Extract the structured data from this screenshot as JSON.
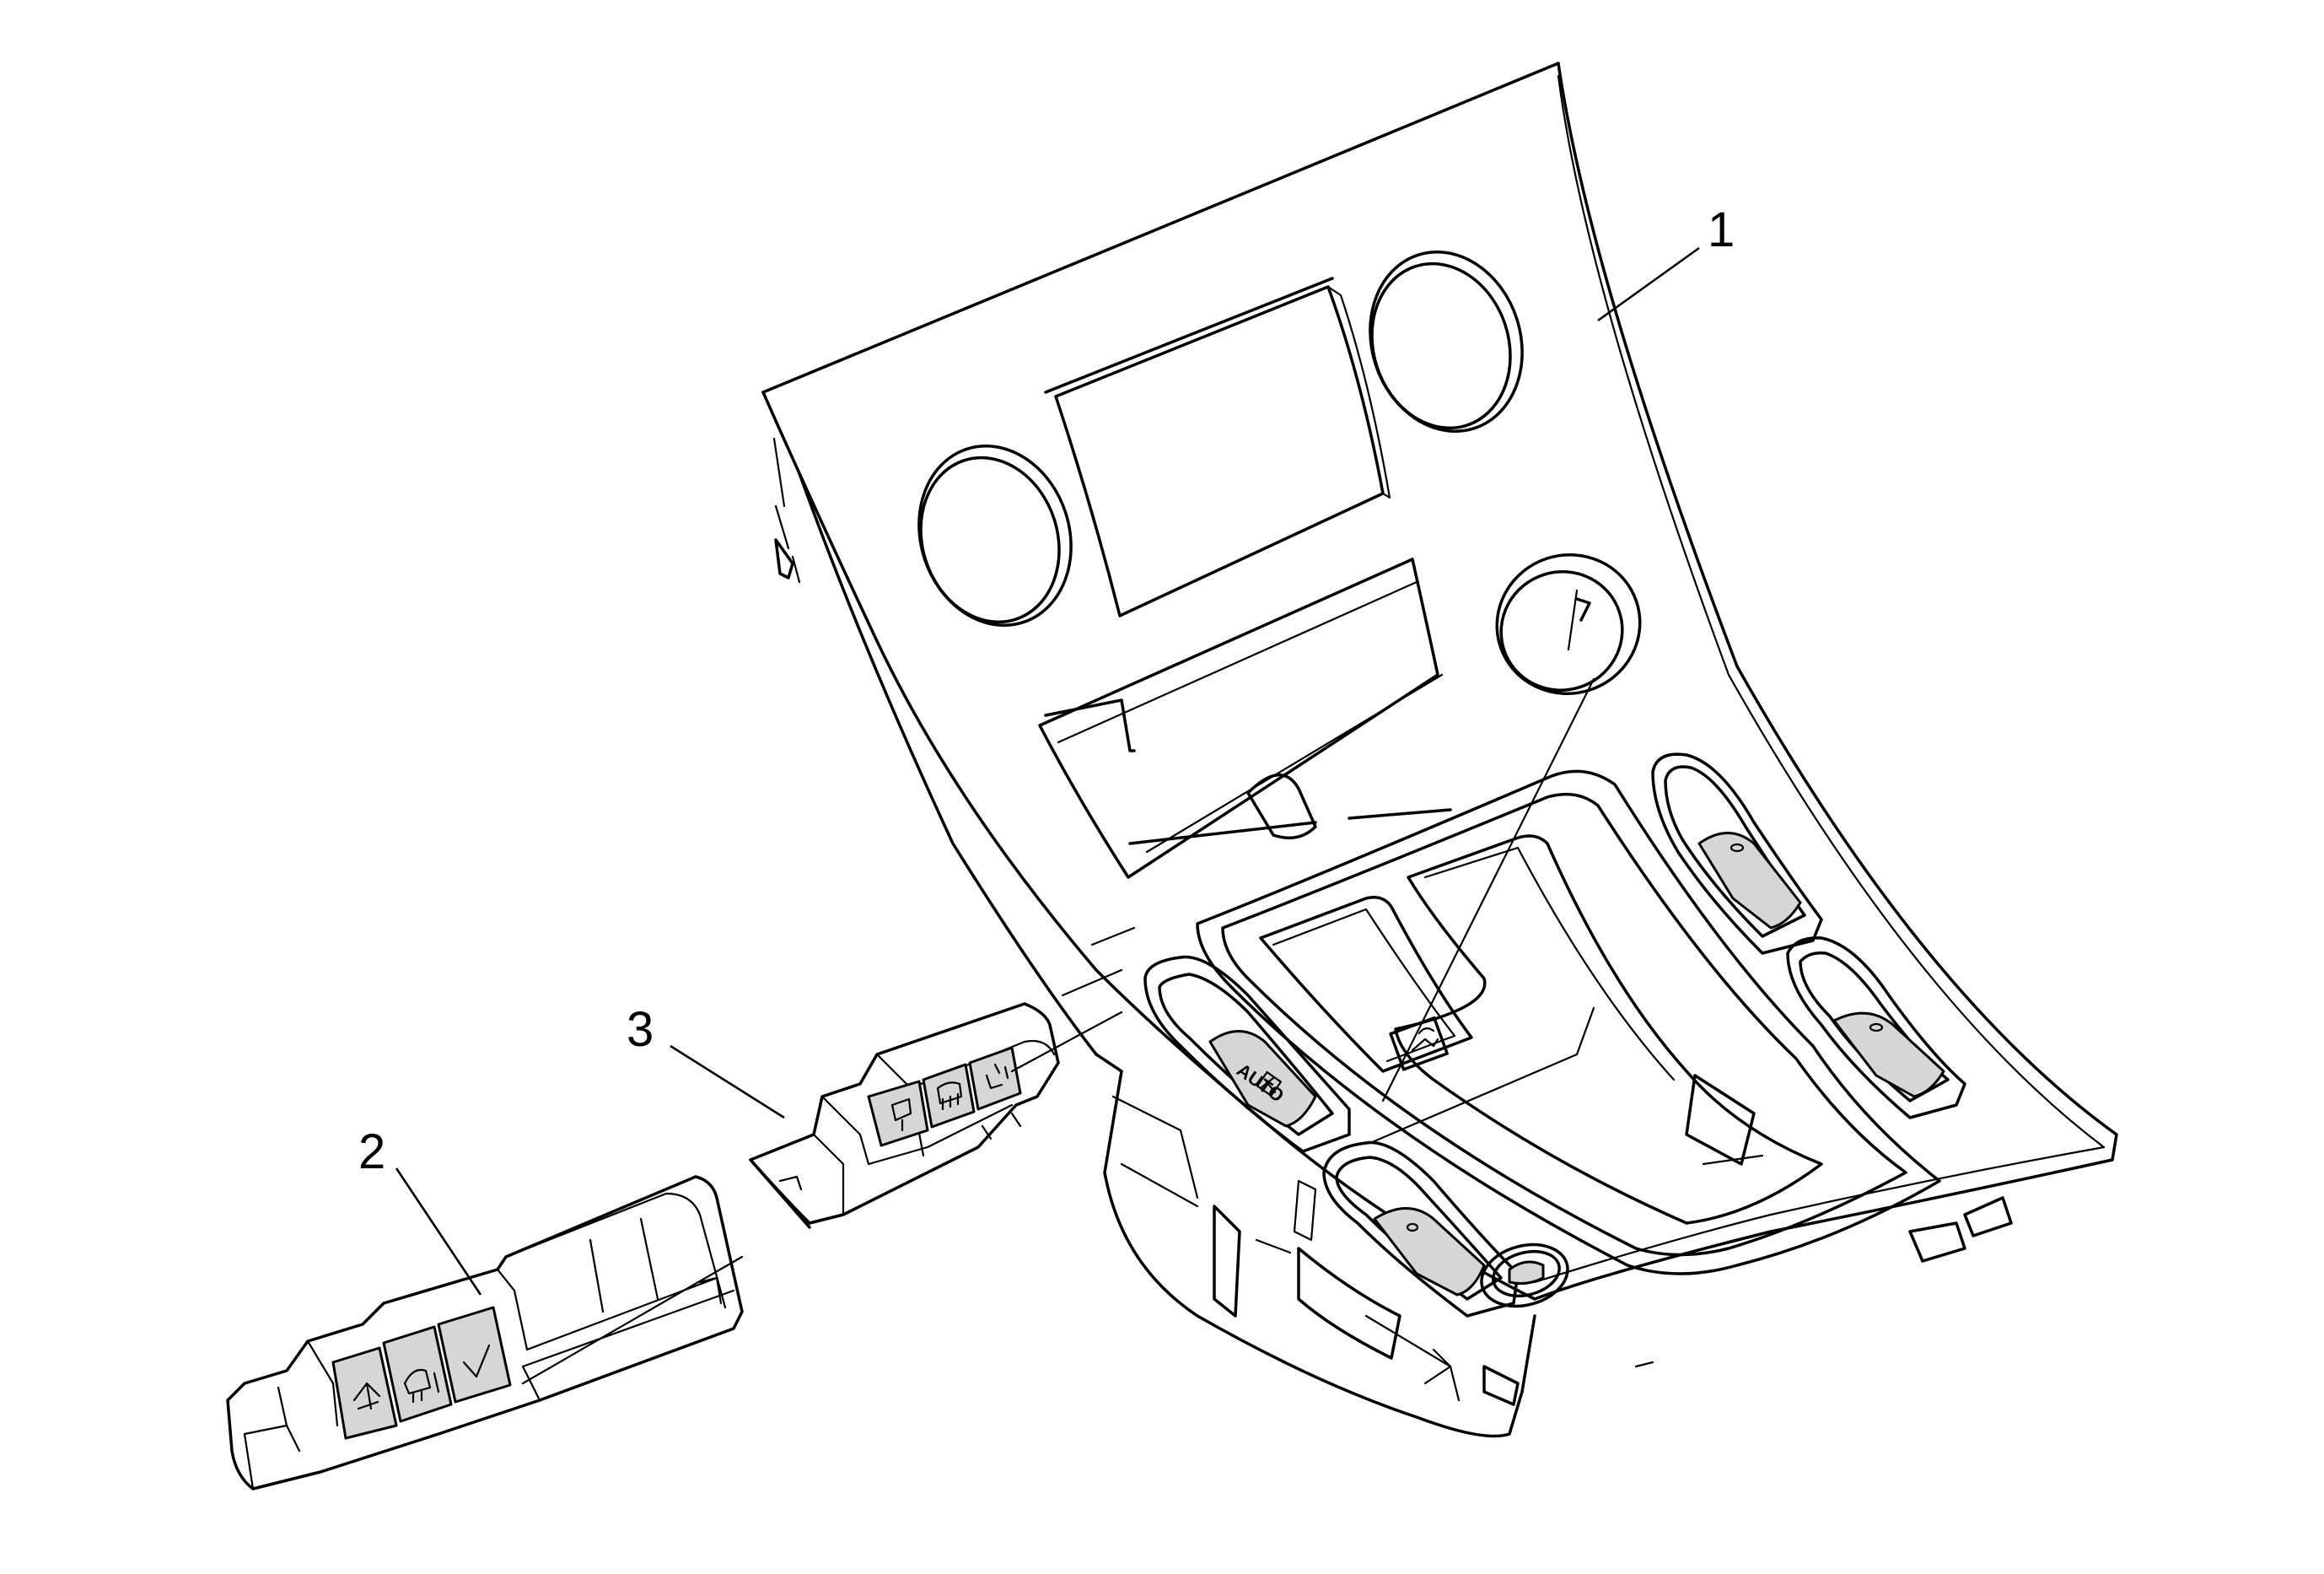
{
  "callouts": [
    {
      "id": "1",
      "label": "1"
    },
    {
      "id": "2",
      "label": "2"
    },
    {
      "id": "3",
      "label": "3"
    }
  ],
  "panel_text": {
    "auto_button": "AUTO"
  },
  "icons": [
    "trunk-release-icon",
    "windshield-wiper-icon",
    "rear-defog-icon",
    "heated-seat-icon",
    "climate-icon",
    "passenger-airbag-icon",
    "check-icon"
  ],
  "colors": {
    "line": "#000000",
    "background": "#ffffff",
    "button_fill": "#d6d6d6"
  }
}
